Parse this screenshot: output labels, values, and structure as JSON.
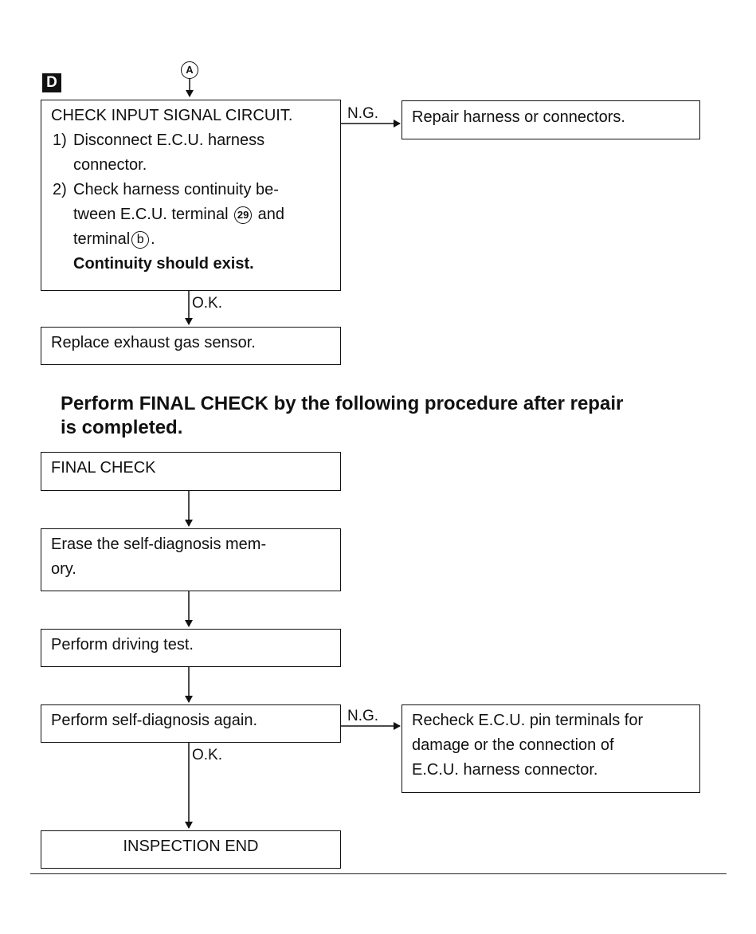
{
  "connector_a": "A",
  "section_marker": "D",
  "check_box": {
    "title": "CHECK INPUT SIGNAL CIRCUIT.",
    "step1_num": "1)",
    "step1_line1": "Disconnect E.C.U. harness",
    "step1_line2": "connector.",
    "step2_num": "2)",
    "step2_line1": "Check harness continuity be-",
    "step2_line2_a": "tween E.C.U. terminal",
    "terminal_29": "29",
    "step2_line2_b": "and",
    "step2_line3_a": "terminal",
    "terminal_b": "b",
    "step2_line3_b": ".",
    "result": "Continuity should exist."
  },
  "ng_label_1": "N.G.",
  "repair_box": "Repair harness or connectors.",
  "ok_label_1": "O.K.",
  "replace_box": "Replace exhaust gas sensor.",
  "heading": {
    "line1": "Perform FINAL CHECK by the following procedure after repair",
    "line2": "is completed."
  },
  "final_check_box": "FINAL CHECK",
  "erase_box": {
    "line1": "Erase the self-diagnosis mem-",
    "line2": "ory."
  },
  "driving_test_box": "Perform driving test.",
  "self_diag_box": "Perform self-diagnosis again.",
  "ng_label_2": "N.G.",
  "recheck_box": {
    "line1": "Recheck E.C.U. pin terminals for",
    "line2": "damage or the connection of",
    "line3": "E.C.U. harness connector."
  },
  "ok_label_2": "O.K.",
  "end_box": "INSPECTION END"
}
